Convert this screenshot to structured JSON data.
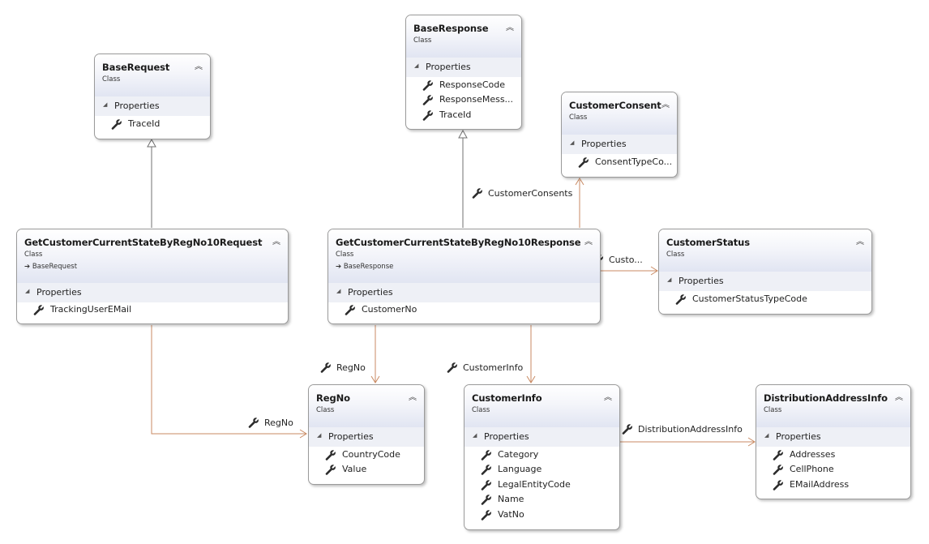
{
  "diagram": {
    "classes": {
      "base_request": {
        "name": "BaseRequest",
        "stereotype": "Class",
        "section": "Properties",
        "properties": [
          "TraceId"
        ]
      },
      "base_response": {
        "name": "BaseResponse",
        "stereotype": "Class",
        "section": "Properties",
        "properties": [
          "ResponseCode",
          "ResponseMess...",
          "TraceId"
        ]
      },
      "customer_consent": {
        "name": "CustomerConsent",
        "stereotype": "Class",
        "section": "Properties",
        "properties": [
          "ConsentTypeCo..."
        ]
      },
      "request": {
        "name": "GetCustomerCurrentStateByRegNo10Request",
        "stereotype": "Class",
        "base": "BaseRequest",
        "section": "Properties",
        "properties": [
          "TrackingUserEMail"
        ]
      },
      "response": {
        "name": "GetCustomerCurrentStateByRegNo10Response",
        "stereotype": "Class",
        "base": "BaseResponse",
        "section": "Properties",
        "properties": [
          "CustomerNo"
        ]
      },
      "customer_status": {
        "name": "CustomerStatus",
        "stereotype": "Class",
        "section": "Properties",
        "properties": [
          "CustomerStatusTypeCode"
        ]
      },
      "reg_no": {
        "name": "RegNo",
        "stereotype": "Class",
        "section": "Properties",
        "properties": [
          "CountryCode",
          "Value"
        ]
      },
      "customer_info": {
        "name": "CustomerInfo",
        "stereotype": "Class",
        "section": "Properties",
        "properties": [
          "Category",
          "Language",
          "LegalEntityCode",
          "Name",
          "VatNo"
        ]
      },
      "distribution_address_info": {
        "name": "DistributionAddressInfo",
        "stereotype": "Class",
        "section": "Properties",
        "properties": [
          "Addresses",
          "CellPhone",
          "EMailAddress"
        ]
      }
    },
    "associations": {
      "customer_consents": "CustomerConsents",
      "customer_status": "Custo...",
      "reg_no_from_response": "RegNo",
      "reg_no_from_request": "RegNo",
      "customer_info": "CustomerInfo",
      "distribution_address_info": "DistributionAddressInfo"
    },
    "colors": {
      "association_line": "#c98a63",
      "inheritance_line": "#707070",
      "box_border": "#9a9a9a",
      "header_gradient_bottom": "#e1e5f2",
      "section_bg": "#eef0f6"
    }
  }
}
